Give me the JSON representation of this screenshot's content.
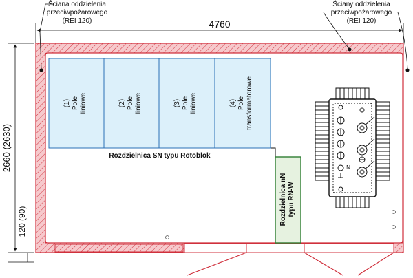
{
  "dimensions": {
    "width_label": "4760",
    "height_label": "2660 (2630)",
    "lower_height_label": "120 (90)"
  },
  "callouts": {
    "left": {
      "line1": "Ściana oddzielenia",
      "line2": "przeciwpożarowego",
      "line3": "(REI 120)"
    },
    "right": {
      "line1": "Ściany oddzielenia",
      "line2": "przeciwpożarowego",
      "line3": "(REI 120)"
    }
  },
  "switchgear": {
    "caption": "Rozdzielnica SN typu Rotoblok",
    "panels": [
      {
        "num": "(1)",
        "l1": "Pole",
        "l2": "liniowe"
      },
      {
        "num": "(2)",
        "l1": "Pole",
        "l2": "liniowe"
      },
      {
        "num": "(3)",
        "l1": "Pole",
        "l2": "liniowe"
      },
      {
        "num": "(4)",
        "l1": "Pole",
        "l2": "transformatorowe"
      }
    ],
    "fill": "#dcf0fa",
    "stroke": "#2a6fb5"
  },
  "lv_board": {
    "line1": "Rozdzielnica nN",
    "line2": "typu RN-W",
    "fill": "#e6f2e0",
    "stroke": "#2e7d32"
  },
  "transformer": {
    "neutral_label": "N"
  },
  "colors": {
    "wall_fill": "#f6c9cc",
    "wall_stroke": "#d0303c",
    "callout_line": "#111111",
    "door_swing": "#d0303c"
  }
}
